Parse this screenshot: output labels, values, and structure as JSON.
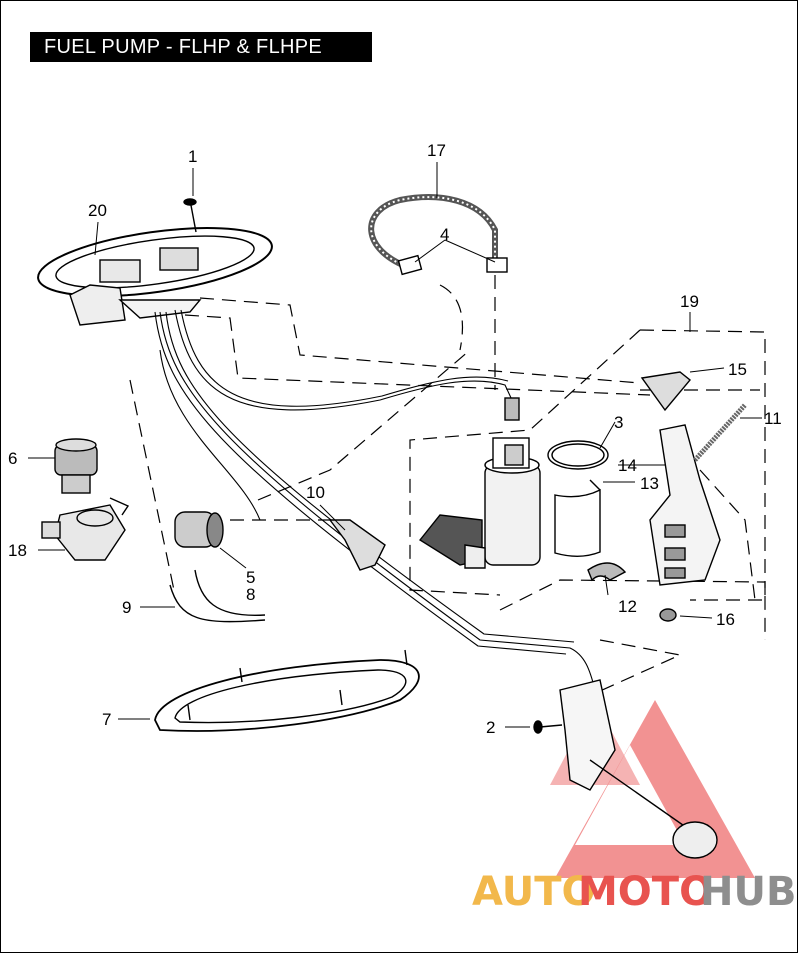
{
  "title": "FUEL PUMP - FLHP & FLHPE",
  "callouts": {
    "c1": "1",
    "c2": "2",
    "c3": "3",
    "c4": "4",
    "c5": "5",
    "c6": "6",
    "c7": "7",
    "c8": "8",
    "c9": "9",
    "c10": "10",
    "c11": "11",
    "c12": "12",
    "c13": "13",
    "c14": "14",
    "c15": "15",
    "c16": "16",
    "c17": "17",
    "c18": "18",
    "c19": "19",
    "c20": "20"
  },
  "watermark": {
    "part1": "AUTO",
    "part2": "MOTO",
    "part3": "HUB",
    "colors": {
      "auto": "#f2b84b",
      "moto": "#e8534f",
      "hub": "#8e8e8e",
      "triangle": "#f08080"
    }
  }
}
